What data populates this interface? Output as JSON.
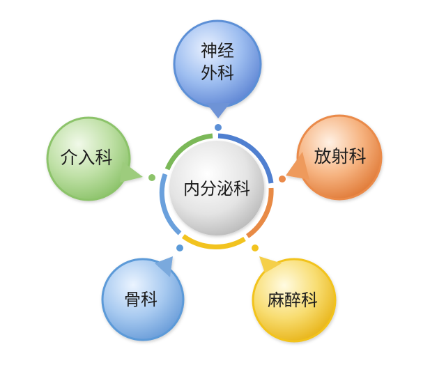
{
  "center": {
    "label": "内分泌科"
  },
  "nodes": {
    "neurosurgery": {
      "line1": "神经",
      "line2": "外科",
      "color": "#5b8fd6"
    },
    "radiology": {
      "label": "放射科",
      "color": "#ea8a4a"
    },
    "anesthesiology": {
      "label": "麻醉科",
      "color": "#f2c31f"
    },
    "orthopedics": {
      "label": "骨科",
      "color": "#5b9ad8"
    },
    "interventional": {
      "label": "介入科",
      "color": "#8cc36a"
    }
  }
}
